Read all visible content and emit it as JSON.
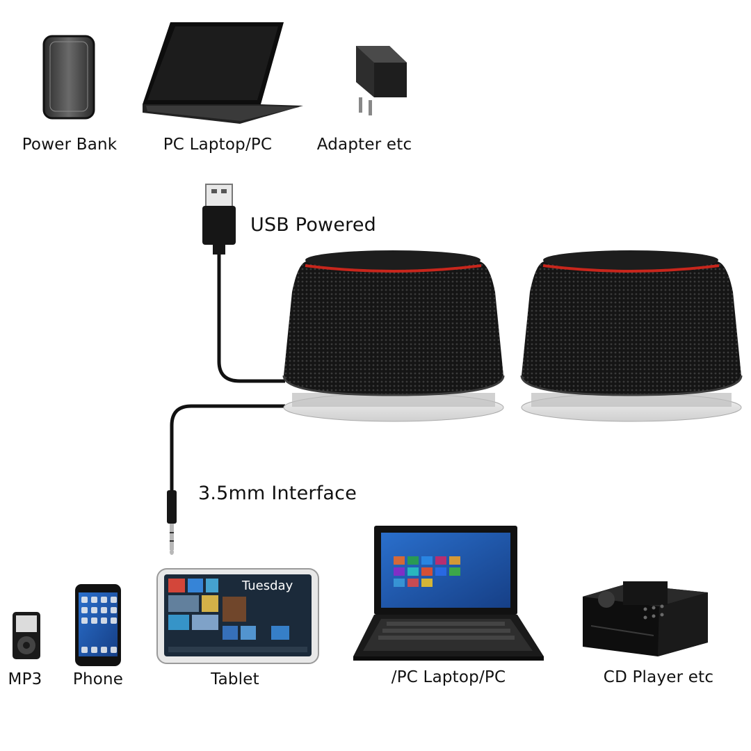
{
  "power_sources": [
    {
      "label": "Power Bank",
      "icon": "power-bank-icon"
    },
    {
      "label": "PC Laptop/PC",
      "icon": "laptop-icon"
    },
    {
      "label": "Adapter etc",
      "icon": "adapter-icon"
    }
  ],
  "connections": {
    "usb_label": "USB Powered",
    "audio_label": "3.5mm Interface"
  },
  "audio_sources": [
    {
      "label": "MP3",
      "icon": "mp3-player-icon"
    },
    {
      "label": "Phone",
      "icon": "phone-icon"
    },
    {
      "label": "Tablet",
      "icon": "tablet-icon"
    },
    {
      "label": "/PC Laptop/PC",
      "icon": "laptop-icon"
    },
    {
      "label": "CD Player etc",
      "icon": "cd-player-icon"
    }
  ],
  "tablet_screen": {
    "day": "Tuesday"
  },
  "colors": {
    "speaker_body": "#1a1a1a",
    "speaker_accent": "#c8261c",
    "speaker_base": "#e8e8e8",
    "screen_blue": "#1f5fb8"
  }
}
